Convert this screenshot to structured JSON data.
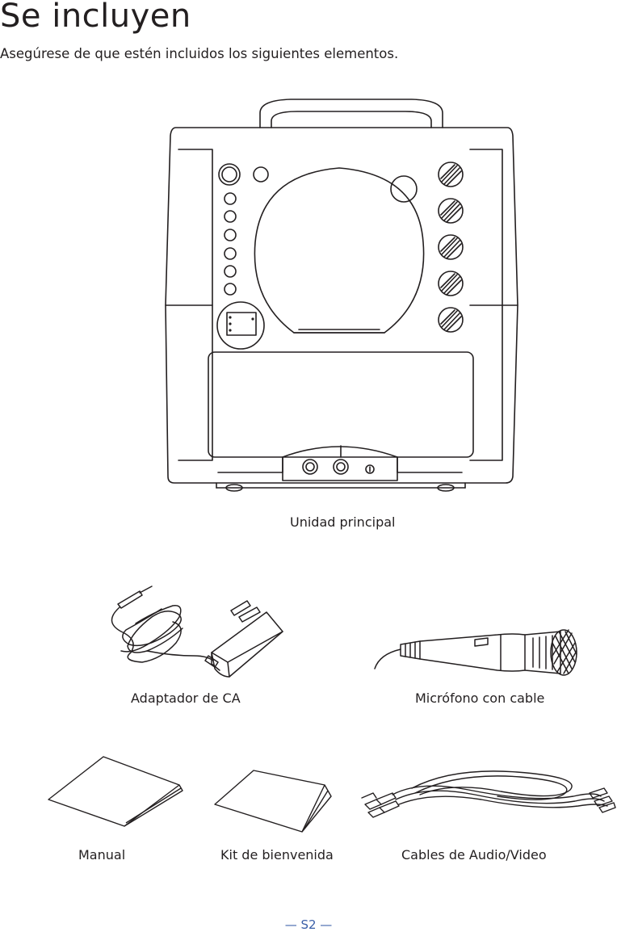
{
  "header": {
    "title": "Se incluyen",
    "subtitle": "Asegúrese de que estén incluidos los siguientes elementos."
  },
  "items": {
    "main_unit": "Unidad principal",
    "ac_adapter": "Adaptador de CA",
    "microphone": "Micrófono con cable",
    "manual": "Manual",
    "welcome_kit": "Kit de bienvenida",
    "av_cables": "Cables de Audio/Video"
  },
  "footer": {
    "page_number": "— S2 —"
  },
  "colors": {
    "text": "#231f20",
    "page_number": "#3a5fa8",
    "line": "#231f20"
  }
}
